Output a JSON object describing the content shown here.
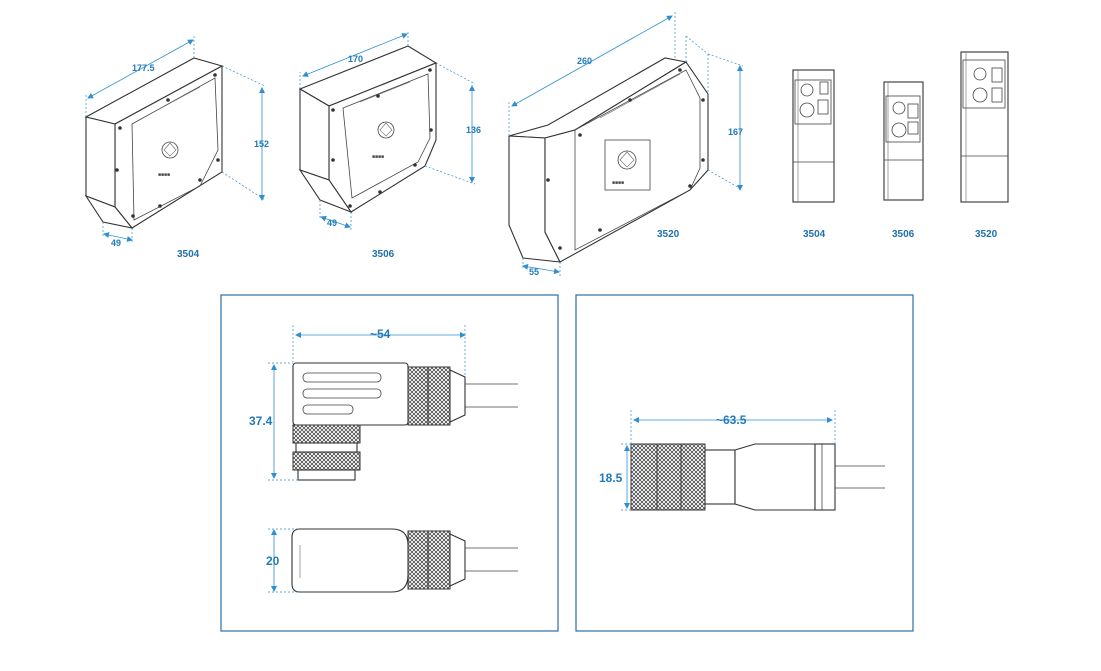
{
  "colors": {
    "dimension": "#1f7ab8",
    "frame": "#2a6ea6",
    "outline": "#333333"
  },
  "enclosures": [
    {
      "model": "3504",
      "width": "177.5",
      "height": "152",
      "depth": "49"
    },
    {
      "model": "3506",
      "width": "170",
      "height": "136",
      "depth": "49"
    },
    {
      "model": "3520",
      "width": "260",
      "height": "167",
      "depth": "55"
    }
  ],
  "side_views": [
    {
      "model": "3504"
    },
    {
      "model": "3506"
    },
    {
      "model": "3520"
    }
  ],
  "connector_panel_left": {
    "angled_length": "~54",
    "angled_height": "37.4",
    "straight_height": "20"
  },
  "connector_panel_right": {
    "straight_length": "~63.5",
    "straight_diameter": "18.5"
  },
  "icons": [
    "arrowhead-icon",
    "brand-logo-icon"
  ]
}
